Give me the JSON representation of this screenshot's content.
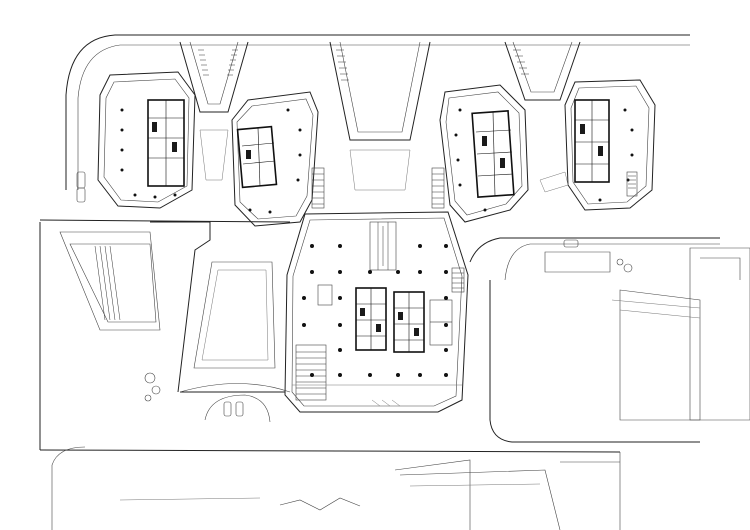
{
  "drawing": {
    "kind": "architectural ground floor plan",
    "line_color": "#222222",
    "background": "#ffffff"
  },
  "elements": {
    "towers": 4,
    "podium": 1,
    "parked_cars": 3,
    "trees": 5
  }
}
